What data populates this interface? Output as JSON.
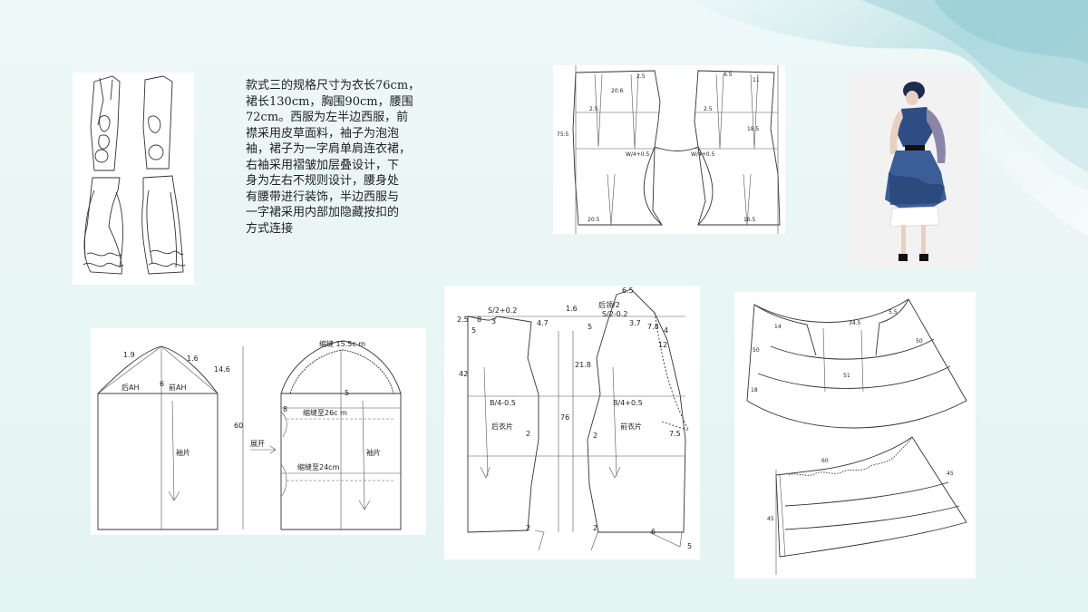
{
  "description_lines": [
    "款式三的规格尺寸为衣长76cm，",
    "裙长130cm，胸围90cm，腰围",
    "72cm。西服为左半边西服，前",
    "襟采用皮草面料，袖子为泡泡",
    "袖，裙子为一字肩单肩连衣裙，",
    "右袖采用褶皱加层叠设计，下",
    "身为左右不规则设计，腰身处",
    "有腰带进行装饰，半边西服与",
    "一字裙采用内部加隐藏按扣的",
    "方式连接"
  ],
  "sleeve": {
    "val_1_9": "1.9",
    "val_1_6": "1.6",
    "val_14_6": "14.6",
    "val_6": "6",
    "back_ah": "后AH",
    "front_ah": "前AH",
    "val_60": "60",
    "sleeve_piece": "袖片",
    "expand": "展开",
    "shirr_15": "缩缝 15.5c m",
    "val_5": "5",
    "val_8": "8",
    "shirr_26": "缩缝至26c m",
    "shirr_24": "缩缝至24cm"
  },
  "bodice": {
    "s2_02": "S/2+0.2",
    "val_1_6": "1.6",
    "back_collar": "后领/2",
    "s2_02_neg": "S/2-0.2",
    "val_6_5": "6.5",
    "val_2_5": "2.5",
    "val_8": "8",
    "val_3": "3",
    "val_4_7": "4.7",
    "val_5a": "5",
    "val_5b": "5",
    "val_3_7": "3.7",
    "val_7_8": "7.8",
    "val_4": "4",
    "val_12": "12",
    "val_42": "42",
    "val_21_8": "21.8",
    "b4_05a": "B/4-0.5",
    "b4_05b": "B/4+0.5",
    "val_76": "76",
    "back_piece": "后衣片",
    "front_piece": "前衣片",
    "val_2a": "2",
    "val_2b": "2",
    "val_7_5": "7.5",
    "val_2c": "2",
    "val_2d": "2",
    "val_6": "6",
    "val_5c": "5"
  },
  "dress_top": {
    "val_2_5": "2.5",
    "val_6_5": "6.5",
    "val_20_6": "20.6",
    "val_75_5": "75.5",
    "val_11": "11",
    "val_18_5": "18.5",
    "w4a": "W/4+0.5",
    "w4b": "W/4+0.5",
    "val_25a": "2.5",
    "val_25b": "2.5",
    "val_20_5": "20.5",
    "val_16_5": "16.5"
  },
  "skirt": {
    "val_14": "14",
    "val_5_5": "5.5",
    "val_34_5": "34.5",
    "val_50a": "50",
    "val_50b": "50",
    "val_51": "51",
    "val_18": "18",
    "val_60": "60",
    "val_45a": "45",
    "val_45b": "45"
  }
}
